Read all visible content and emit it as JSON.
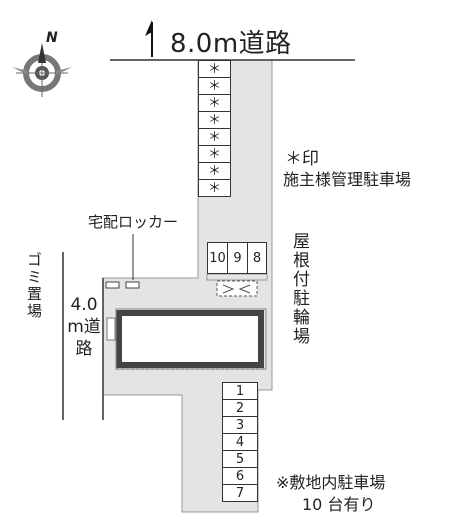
{
  "north_road": {
    "label": "8.0m道路"
  },
  "west_road": {
    "label": "4.0m道路"
  },
  "compass": {
    "letter": "N"
  },
  "legend_asterisk": {
    "line1": "＊印",
    "line2": "施主様管理駐車場"
  },
  "delivery_locker": {
    "label": "宅配ロッカー"
  },
  "garbage": {
    "label": "ゴミ置場"
  },
  "bike_parking": {
    "label": "屋根付駐輪場"
  },
  "bike_slots": [
    "10",
    "9",
    "8"
  ],
  "owner_spaces": [
    "＊",
    "＊",
    "＊",
    "＊",
    "＊",
    "＊",
    "＊",
    "＊"
  ],
  "parking_spaces": [
    "1",
    "2",
    "3",
    "4",
    "5",
    "6",
    "7"
  ],
  "onsite_note": {
    "line1": "※敷地内駐車場",
    "line2": "10 台有り"
  }
}
